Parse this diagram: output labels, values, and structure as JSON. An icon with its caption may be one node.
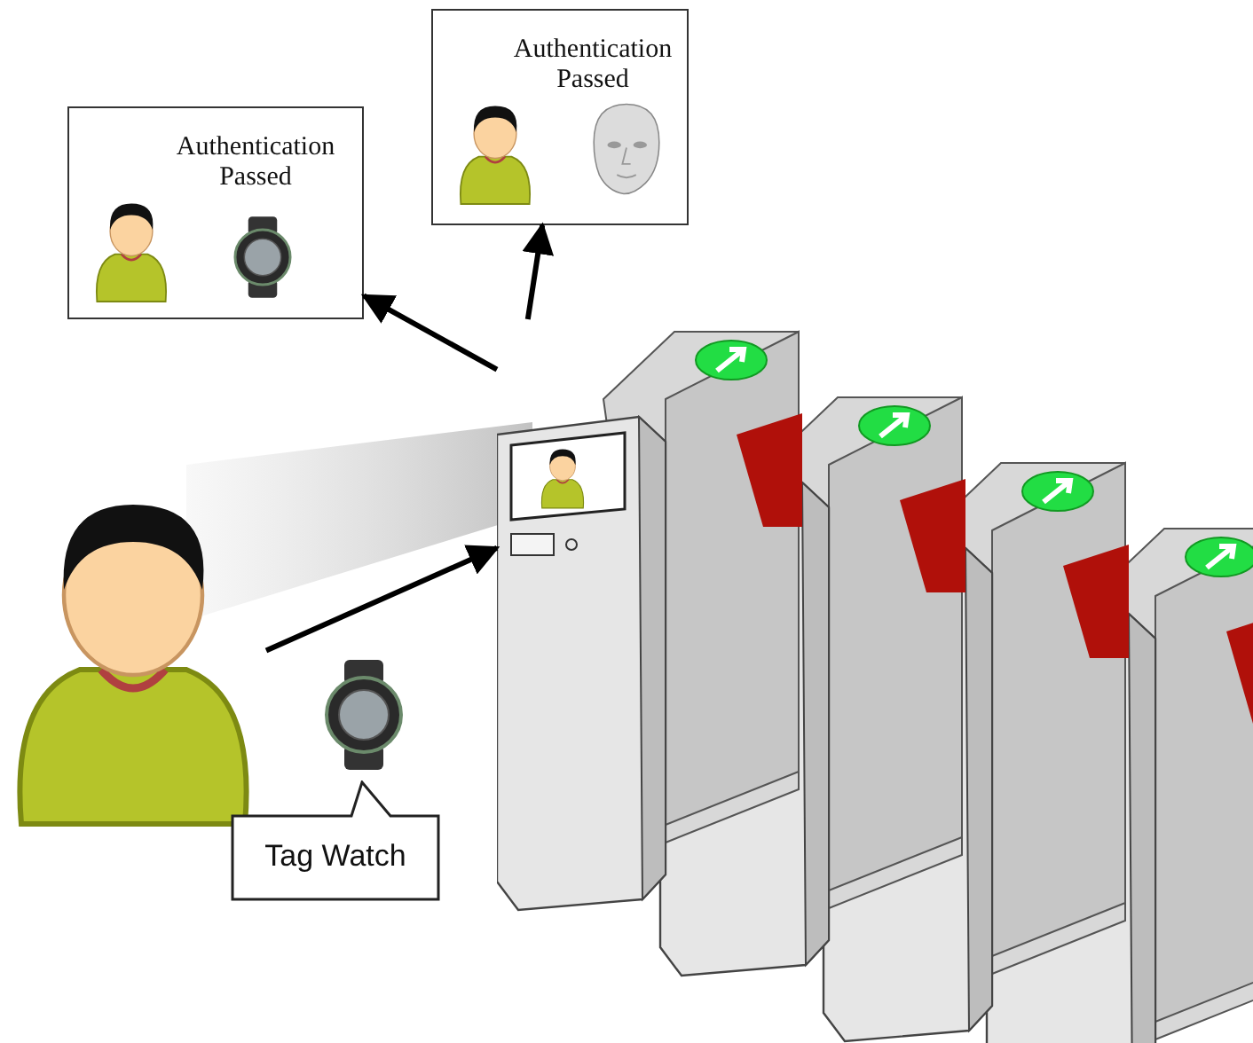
{
  "diagram": {
    "nodes": [
      {
        "text": [
          "Authentication Passed"
        ]
      },
      {
        "text": [
          "Authentication Passed"
        ]
      },
      {
        "text": [],
        "shape": "person"
      },
      {
        "text": [],
        "shape": "picture"
      },
      {
        "text": [
          "Tag Watch"
        ]
      },
      {
        "text": [],
        "shape": "picture"
      },
      {
        "text": [],
        "shape": "cone"
      }
    ],
    "edges": [
      {
        "from": 5,
        "to": 0,
        "arrow": "to"
      },
      {
        "from": 5,
        "to": 1,
        "arrow": "to"
      },
      {
        "from": 2,
        "to": 5,
        "arrow": "to"
      }
    ]
  }
}
